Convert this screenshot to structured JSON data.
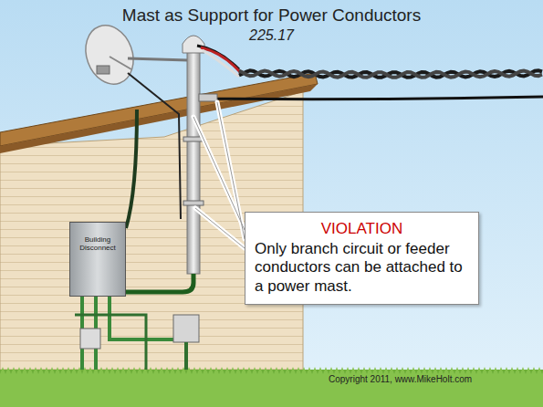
{
  "diagram": {
    "title": "Mast as Support for Power Conductors",
    "nodes": [
      {
        "text": [
          "Building Disconnect"
        ]
      },
      {
        "text": [
          "VIOLATION",
          "Only branch circuit or feeder conductors can be attached to a power mast."
        ]
      }
    ],
    "labels": [
      "225.17",
      "Copyright 2011, www.MikeHolt.com"
    ]
  }
}
